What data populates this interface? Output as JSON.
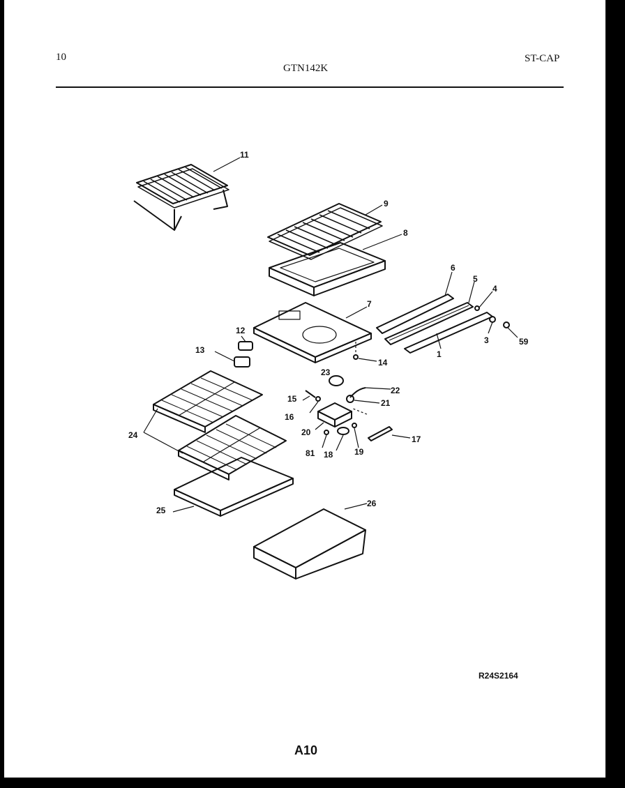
{
  "header": {
    "page_number": "10",
    "model": "GTN142K",
    "variant": "ST-CAP"
  },
  "footer": {
    "reference": "R24S2164",
    "figure": "A10"
  },
  "callouts": [
    "11",
    "9",
    "8",
    "6",
    "5",
    "4",
    "3",
    "59",
    "1",
    "7",
    "12",
    "13",
    "14",
    "23",
    "22",
    "15",
    "21",
    "16",
    "17",
    "20",
    "81",
    "18",
    "19",
    "24",
    "25",
    "26"
  ]
}
